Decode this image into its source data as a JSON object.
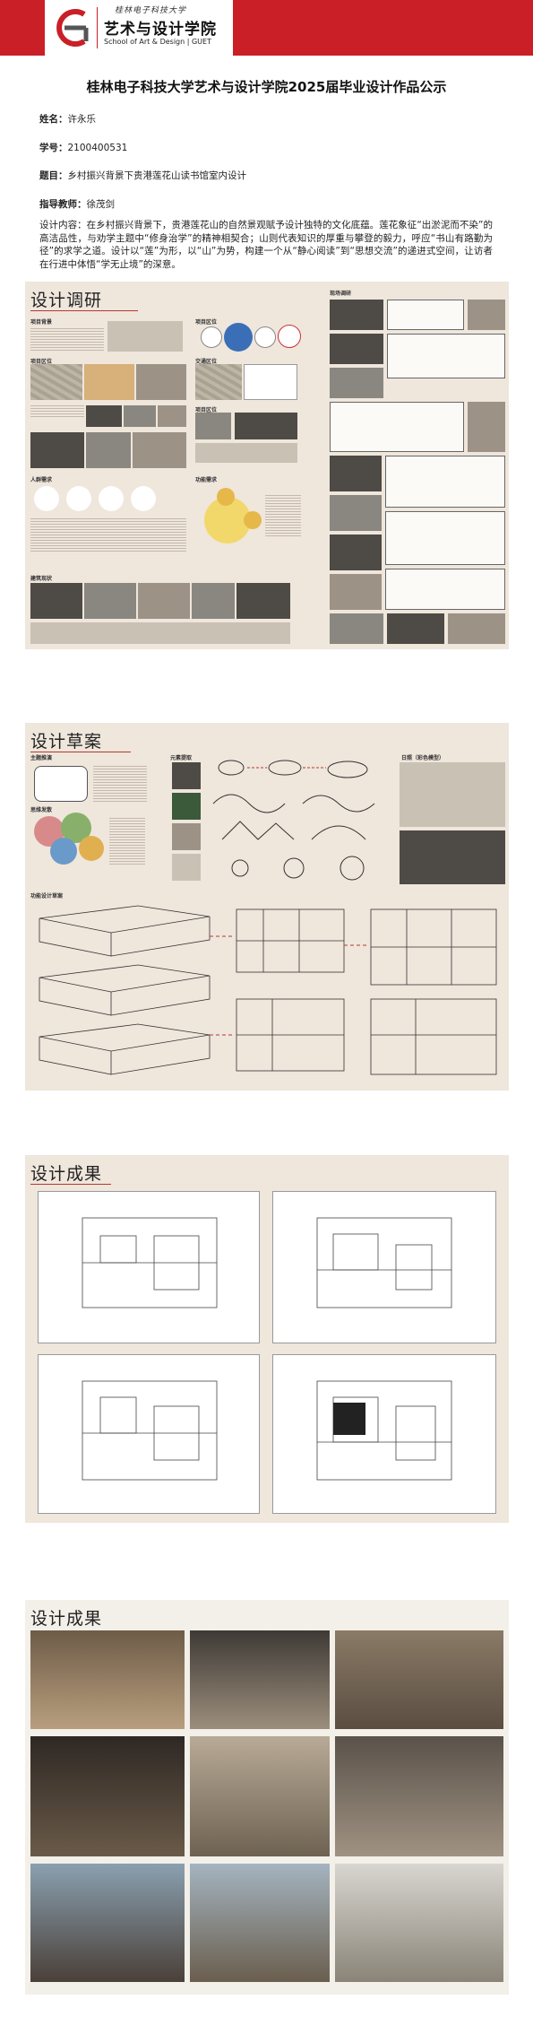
{
  "header": {
    "logo_cn_small": "桂林电子科技大学",
    "logo_cn": "艺术与设计学院",
    "logo_en": "School of Art & Design | GUET",
    "brand_color": "#ca1f27"
  },
  "title": "桂林电子科技大学艺术与设计学院2025届毕业设计作品公示",
  "info": {
    "name_label": "姓名：",
    "name": "许永乐",
    "id_label": "学号：",
    "id": "2100400531",
    "topic_label": "题目：",
    "topic": "乡村振兴背景下贵港莲花山读书馆室内设计",
    "advisor_label": "指导教师：",
    "advisor": "徐茂剑"
  },
  "description": "设计内容：在乡村振兴背景下，贵港莲花山的自然景观赋予设计独特的文化底蕴。莲花象征“出淤泥而不染”的高洁品性，与劝学主题中“修身治学”的精神相契合；山则代表知识的厚重与攀登的毅力，呼应“书山有路勤为径”的求学之道。设计以“莲”为形，以“山”为势，构建一个从“静心阅读”到“思想交流”的递进式空间，让访者在行进中体悟“学无止境”的深意。",
  "panels": {
    "research_title": "设计调研",
    "sketch_title": "设计草案",
    "result_title_1": "设计成果",
    "result_title_2": "设计成果"
  },
  "research_labels": {
    "a": "项目背景",
    "b": "项目区位",
    "c": "现场调研",
    "d": "交通区位",
    "e": "项目区位",
    "f": "人群需求",
    "g": "功能需求",
    "h": "建筑现状"
  },
  "sketch_labels": {
    "a": "主题推演",
    "b": "元素提取",
    "c": "思维发散",
    "d": "功能设计草案",
    "e": "日照（彩色模型）"
  }
}
